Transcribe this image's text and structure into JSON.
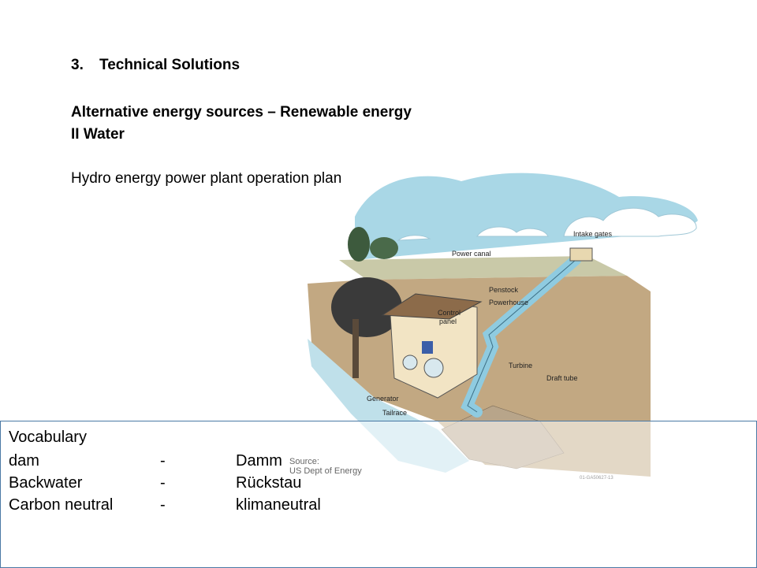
{
  "heading": {
    "number": "3.",
    "title": "Technical Solutions",
    "subtitle_1": "Alternative energy sources – Renewable energy",
    "subtitle_2": "II Water",
    "caption": "Hydro energy power plant operation plan"
  },
  "diagram": {
    "labels": {
      "intake_gates": "Intake gates",
      "power_canal": "Power canal",
      "penstock": "Penstock",
      "powerhouse": "Powerhouse",
      "control_panel_1": "Control",
      "control_panel_2": "panel",
      "turbine": "Turbine",
      "draft_tube": "Draft tube",
      "generator": "Generator",
      "tailrace": "Tailrace",
      "source_1": "Source:",
      "source_2": "US Dept of Energy",
      "figure_id": "01-GA50627-13"
    }
  },
  "vocabulary": {
    "title": "Vocabulary",
    "rows": [
      {
        "term": "dam",
        "dash": "-",
        "translation": "Damm"
      },
      {
        "term": "Backwater",
        "dash": "-",
        "translation": "Rückstau"
      },
      {
        "term": "Carbon neutral",
        "dash": "-",
        "translation": "klimaneutral"
      }
    ]
  }
}
